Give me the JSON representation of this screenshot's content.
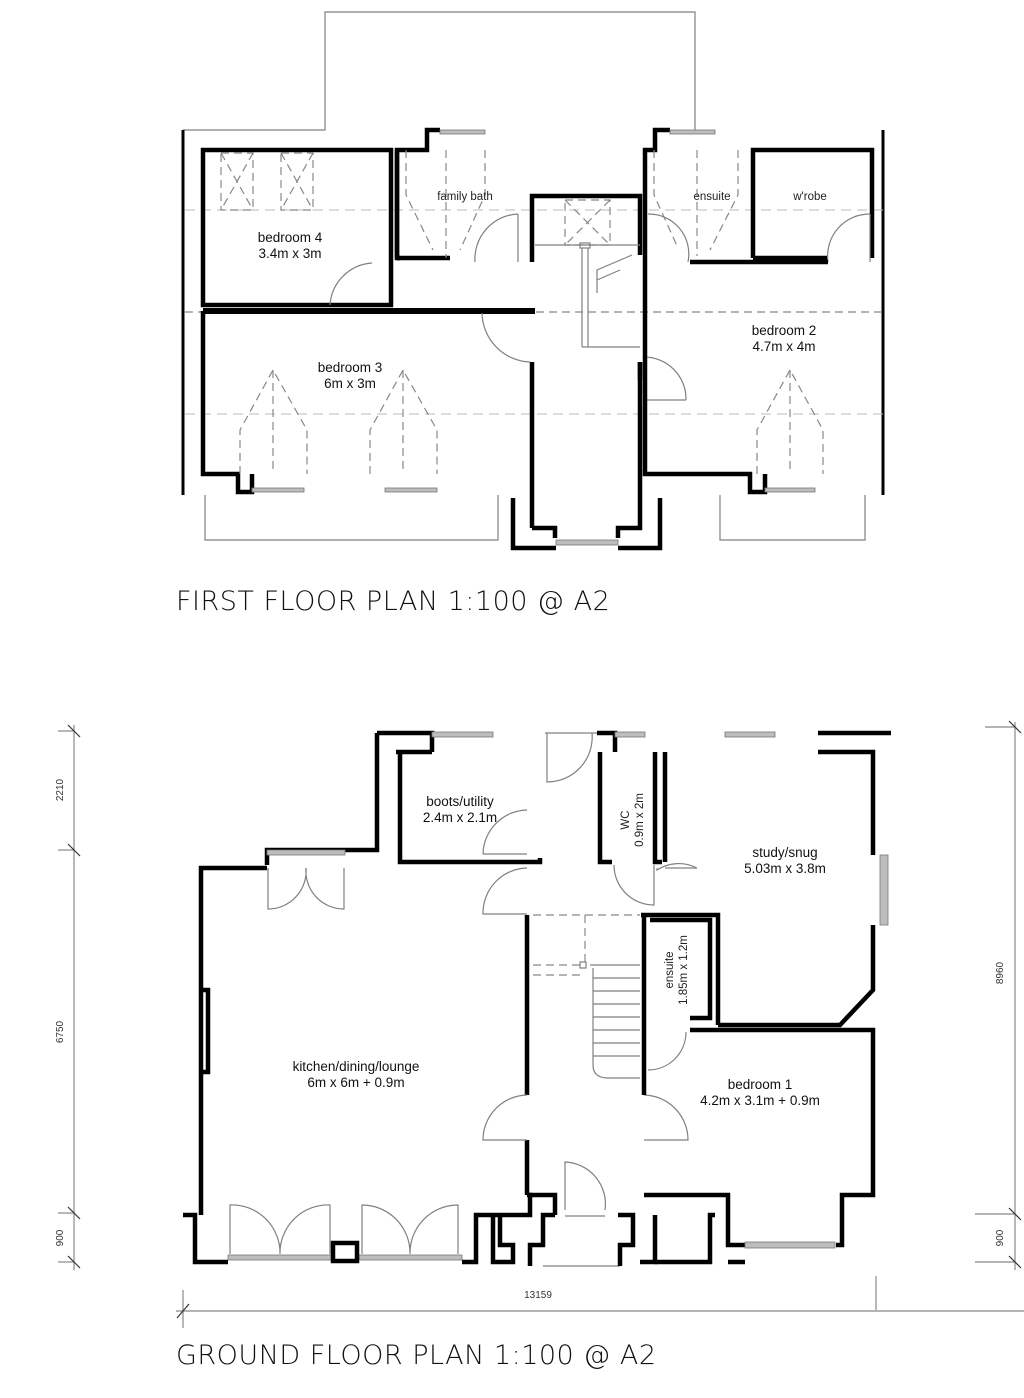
{
  "first_floor": {
    "title": "FIRST FLOOR PLAN 1:100 @ A2",
    "rooms": [
      {
        "id": "bedroom4",
        "name": "bedroom 4",
        "size": "3.4m x 3m"
      },
      {
        "id": "family_bath",
        "name": "family bath",
        "size": ""
      },
      {
        "id": "ensuite",
        "name": "ensuite",
        "size": ""
      },
      {
        "id": "wrobe",
        "name": "w'robe",
        "size": ""
      },
      {
        "id": "bedroom3",
        "name": "bedroom 3",
        "size": "6m x 3m"
      },
      {
        "id": "bedroom2",
        "name": "bedroom 2",
        "size": "4.7m x 4m"
      }
    ]
  },
  "ground_floor": {
    "title": "GROUND FLOOR PLAN 1:100 @ A2",
    "rooms": [
      {
        "id": "boots_utility",
        "name": "boots/utility",
        "size": "2.4m x 2.1m"
      },
      {
        "id": "wc",
        "name": "WC",
        "size": "0.9m x 2m"
      },
      {
        "id": "study_snug",
        "name": "study/snug",
        "size": "5.03m x 3.8m"
      },
      {
        "id": "ensuite",
        "name": "ensuite",
        "size": "1.85m x 1.2m"
      },
      {
        "id": "kitchen",
        "name": "kitchen/dining/lounge",
        "size": "6m x 6m + 0.9m"
      },
      {
        "id": "bedroom1",
        "name": "bedroom 1",
        "size": "4.2m x 3.1m + 0.9m"
      }
    ],
    "dimensions": {
      "left_top": "2210",
      "left_middle": "6750",
      "left_bottom": "900",
      "right_main": "8960",
      "right_bottom": "900",
      "bottom_width": "13159"
    }
  }
}
